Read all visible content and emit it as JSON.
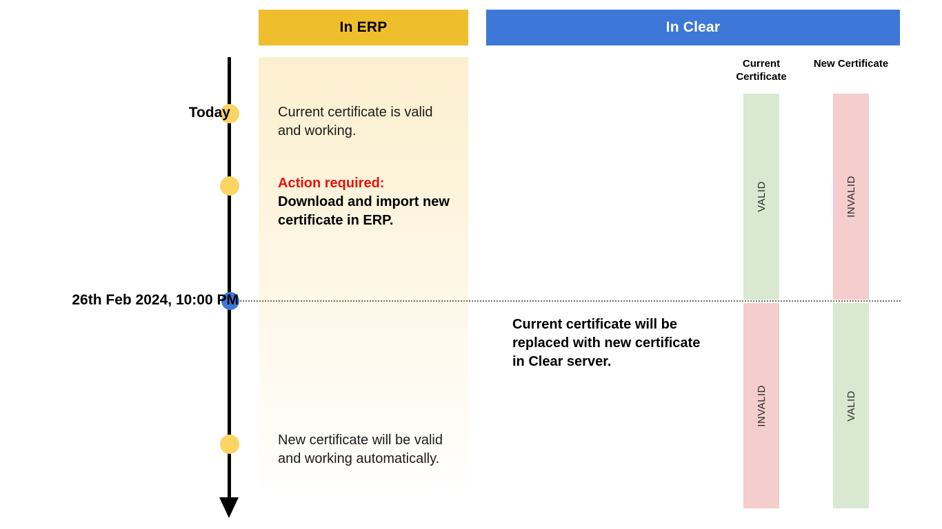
{
  "headers": {
    "erp": "In ERP",
    "clear": "In Clear"
  },
  "colors": {
    "erp_header_bg": "#EFBE2C",
    "clear_header_bg": "#3D78D8",
    "erp_panel_bg": "#FCEFCE",
    "timeline_dot_yellow": "#FBD463",
    "timeline_dot_blue": "#3D78D8",
    "valid_bar": "#D9E8D1",
    "invalid_bar": "#F4CDCD",
    "action_required_text": "#E8130B"
  },
  "timeline": {
    "today_label": "Today",
    "cutover_label": "26th Feb 2024, 10:00 PM"
  },
  "erp": {
    "current_cert_text": "Current certificate is valid and working.",
    "action_heading": "Action required:",
    "action_body": "Download and import new certificate in ERP.",
    "new_cert_text": "New certificate will be valid and working automatically."
  },
  "clear": {
    "replace_text": "Current certificate will be replaced with new certificate in Clear server.",
    "captions": {
      "current": "Current Certificate",
      "new": "New Certificate"
    },
    "status": {
      "current_before": "VALID",
      "current_after": "INVALID",
      "new_before": "INVALID",
      "new_after": "VALID"
    }
  }
}
